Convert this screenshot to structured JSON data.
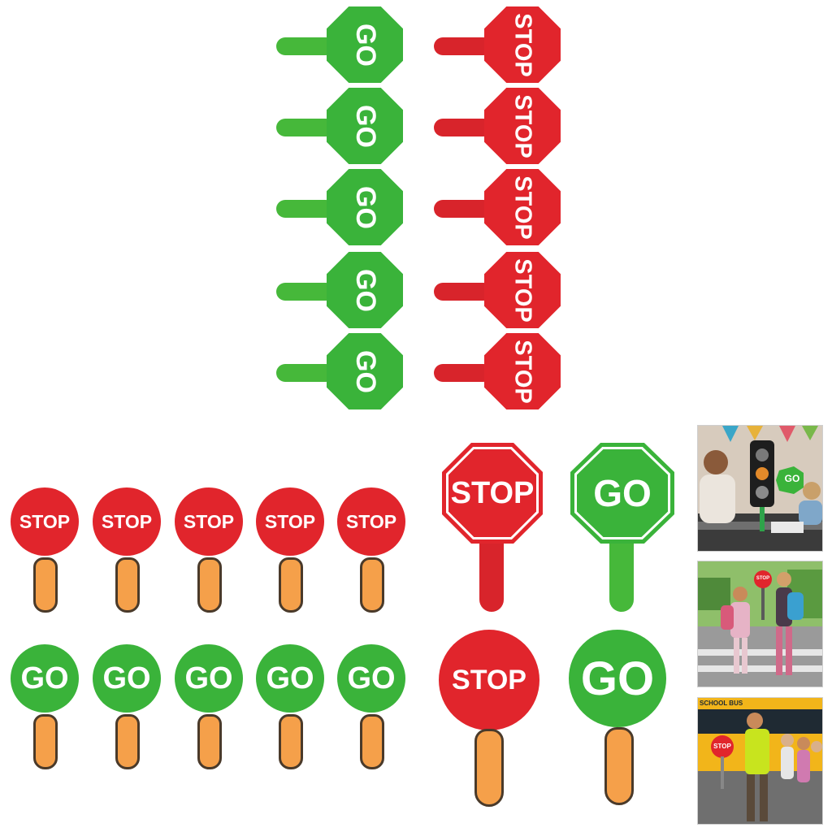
{
  "labels": {
    "go": "GO",
    "stop": "STOP",
    "school_bus": "SCHOOL BUS"
  },
  "colors": {
    "green": "#3ab33a",
    "red": "#e1252c",
    "handle_orange": "#f5a04a",
    "handle_outline": "#4a3a2a"
  },
  "photos": [
    {
      "name": "classroom-traffic-light-photo"
    },
    {
      "name": "crosswalk-children-photo"
    },
    {
      "name": "school-bus-crossing-guard-photo"
    }
  ]
}
